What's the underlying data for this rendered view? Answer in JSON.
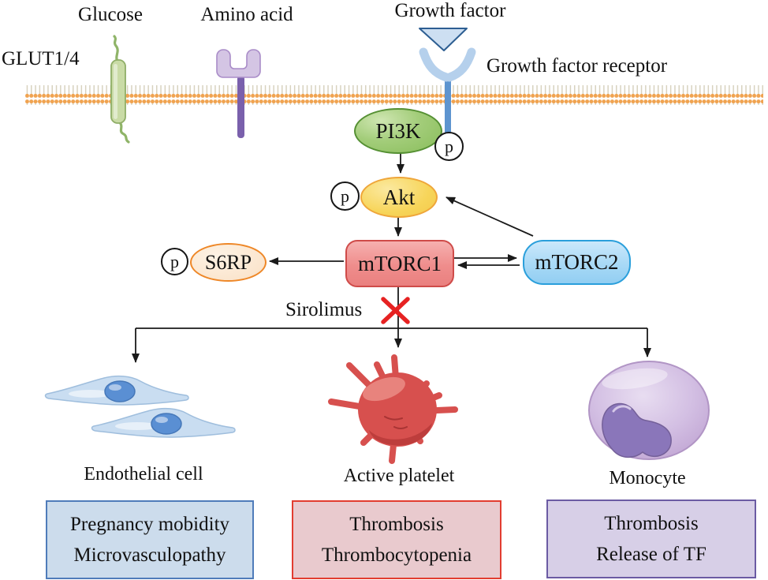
{
  "labels": {
    "glucose": "Glucose",
    "amino_acid": "Amino acid",
    "growth_factor": "Growth factor",
    "glut": "GLUT1/4",
    "growth_factor_receptor": "Growth factor receptor",
    "sirolimus": "Sirolimus",
    "phospho": "p"
  },
  "nodes": {
    "pi3k": {
      "label": "PI3K",
      "fill": "#94c368",
      "border": "#559033"
    },
    "akt": {
      "label": "Akt",
      "fill": "#f7d55a",
      "border": "#efa63a"
    },
    "mtorc1": {
      "label": "mTORC1",
      "fill": "#ef8d8c",
      "border": "#cf4b49"
    },
    "mtorc2": {
      "label": "mTORC2",
      "fill": "#a8d9f6",
      "border": "#2a9fdb"
    },
    "s6rp": {
      "label": "S6RP",
      "fill": "#fbe6cf",
      "border": "#ee8727"
    }
  },
  "cells": {
    "endothelial": {
      "label": "Endothelial cell"
    },
    "platelet": {
      "label": "Active platelet"
    },
    "monocyte": {
      "label": "Monocyte"
    }
  },
  "outcome_boxes": [
    {
      "id": "endothelial-outcomes",
      "lines": [
        "Pregnancy mobidity",
        "Microvasculopathy"
      ],
      "fill": "#ccdcec",
      "border": "#4f7cba"
    },
    {
      "id": "platelet-outcomes",
      "lines": [
        "Thrombosis",
        "Thrombocytopenia"
      ],
      "fill": "#e9cace",
      "border": "#e23d30"
    },
    {
      "id": "monocyte-outcomes",
      "lines": [
        "Thrombosis",
        "Release of TF"
      ],
      "fill": "#d7cfe7",
      "border": "#6b5ba3"
    }
  ],
  "colors": {
    "membrane_head": "#f0a350",
    "inhibition_x": "#e62222",
    "arrow": "#1a1a1a"
  }
}
